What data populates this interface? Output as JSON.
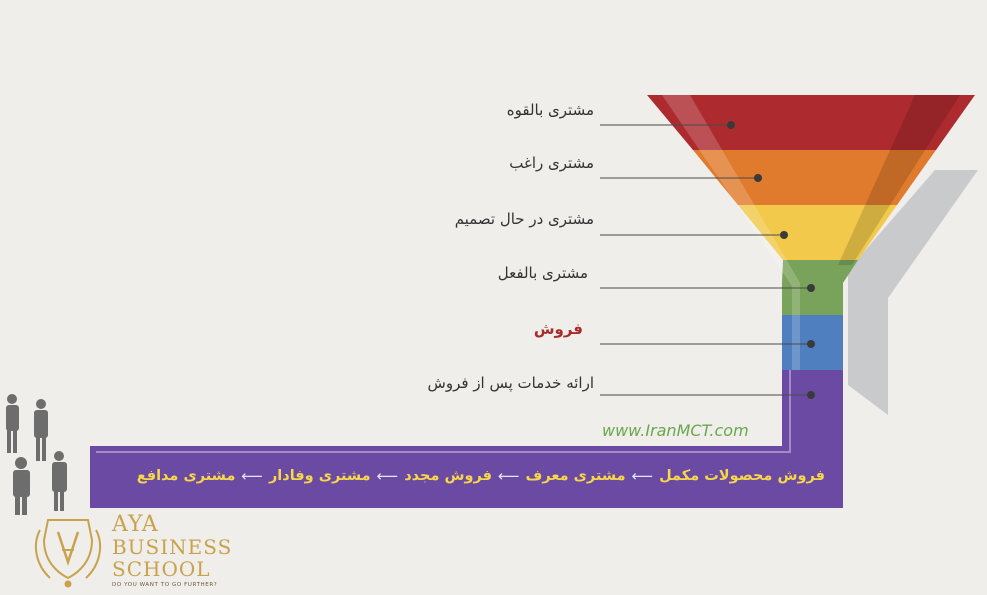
{
  "funnel": {
    "stages": [
      {
        "label": "مشتری بالقوه",
        "color": "#ad2b2f"
      },
      {
        "label": "مشتری راغب",
        "color": "#e07a2c"
      },
      {
        "label": "مشتری در حال تصمیم",
        "color": "#f2c94a"
      },
      {
        "label": "مشتری بالفعل",
        "color": "#79a35a"
      },
      {
        "label": "فروش",
        "color": "#4f7fbf"
      },
      {
        "label": "ارائه خدمات پس از فروش",
        "color": "#6a4aa2"
      }
    ]
  },
  "watermark": "www.IranMCT.com",
  "pipeline": {
    "steps": [
      "فروش محصولات مکمل",
      "مشتری معرف",
      "فروش مجدد",
      "مشتری وفادار",
      "مشتری مدافع"
    ],
    "arrow": "⟵"
  },
  "logo": {
    "line1": "AYA",
    "line2": "BUSINESS",
    "line3": "SCHOOL",
    "tagline": "DO YOU WANT TO GO FURTHER?"
  },
  "colors": {
    "background": "#efeeeb",
    "pipe_purple": "#6a4aa2",
    "step_text": "#f6d64a",
    "highlight": "#a92b2b"
  }
}
